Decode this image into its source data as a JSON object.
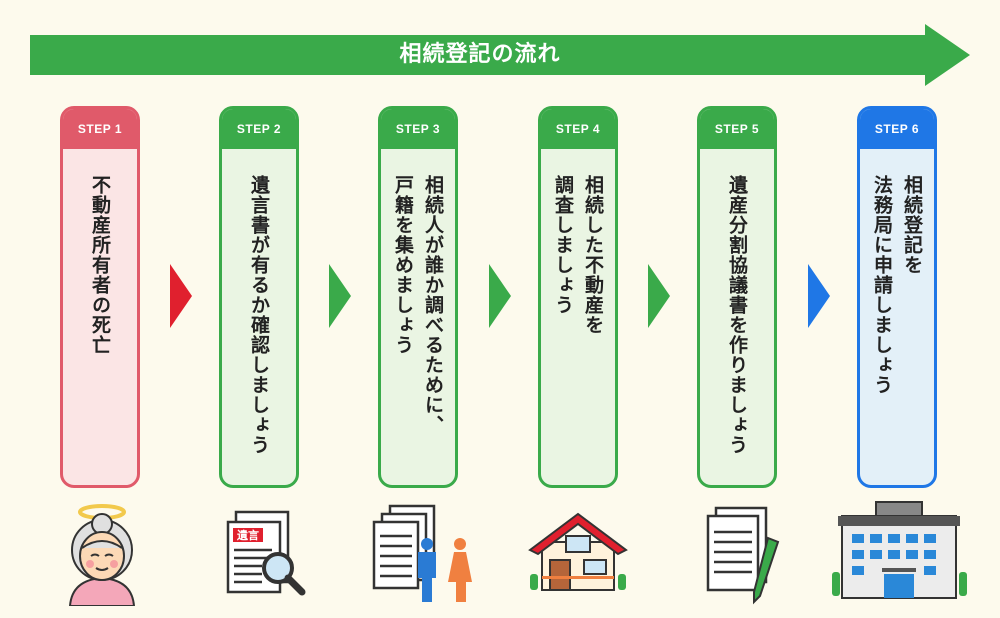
{
  "banner": {
    "title": "相続登記の流れ"
  },
  "steps": [
    {
      "label": "STEP 1",
      "text": "不動産所有者の死亡"
    },
    {
      "label": "STEP 2",
      "text": "遺言書が有るか確認しましょう"
    },
    {
      "label": "STEP 3",
      "text": "相続人が誰か調べるために、\n戸籍を集めましょう"
    },
    {
      "label": "STEP 4",
      "text": "相続した不動産を\n調査しましょう"
    },
    {
      "label": "STEP 5",
      "text": "遺産分割協議書を作りましょう"
    },
    {
      "label": "STEP 6",
      "text": "相続登記を\n法務局に申請しましょう"
    }
  ],
  "icons": {
    "step1": "deceased-elderly-woman-icon",
    "step2": "will-document-magnifier-icon",
    "step2_stamp": "遺言",
    "step3": "family-register-people-icon",
    "step4": "house-icon",
    "step5": "document-pen-icon",
    "step6": "legal-affairs-bureau-building-icon"
  },
  "colors": {
    "green": "#3aaa4a",
    "red": "#e05a6a",
    "blue": "#1f77e6",
    "background": "#fdfaed"
  }
}
